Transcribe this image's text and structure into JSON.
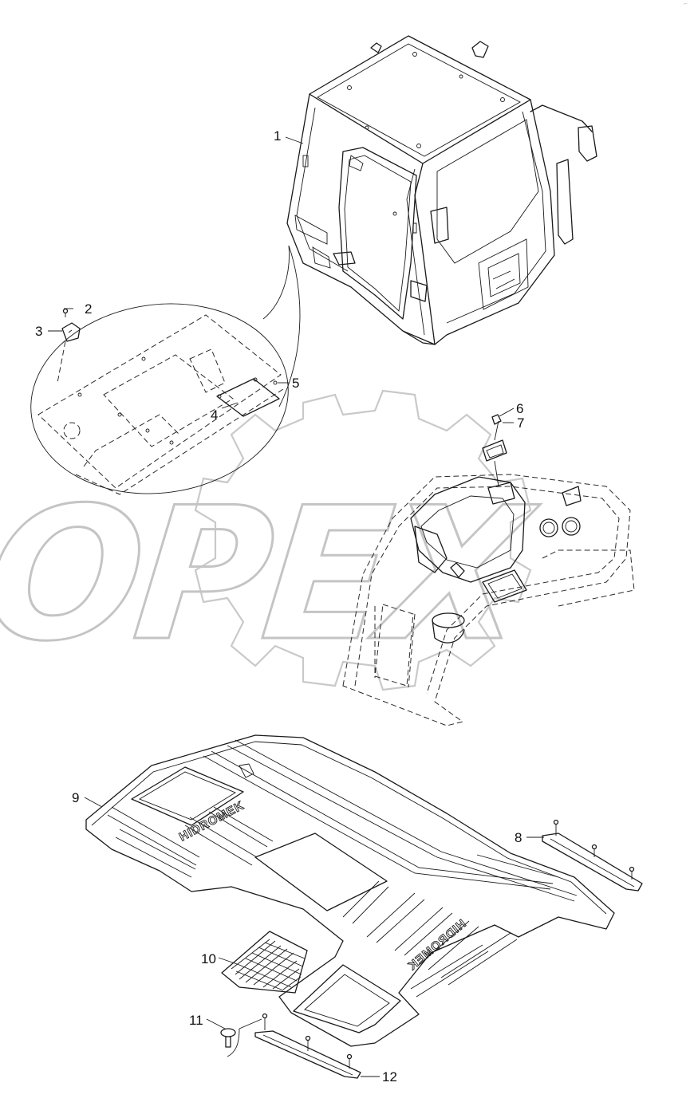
{
  "watermark_text": "OPEX",
  "corner_mark": "⌐",
  "brand_text": "HIDROMEK",
  "callouts": [
    {
      "label": "1"
    },
    {
      "label": "2"
    },
    {
      "label": "3"
    },
    {
      "label": "4"
    },
    {
      "label": "5"
    },
    {
      "label": "6"
    },
    {
      "label": "7"
    },
    {
      "label": "8"
    },
    {
      "label": "9"
    },
    {
      "label": "10"
    },
    {
      "label": "11"
    },
    {
      "label": "12"
    }
  ]
}
